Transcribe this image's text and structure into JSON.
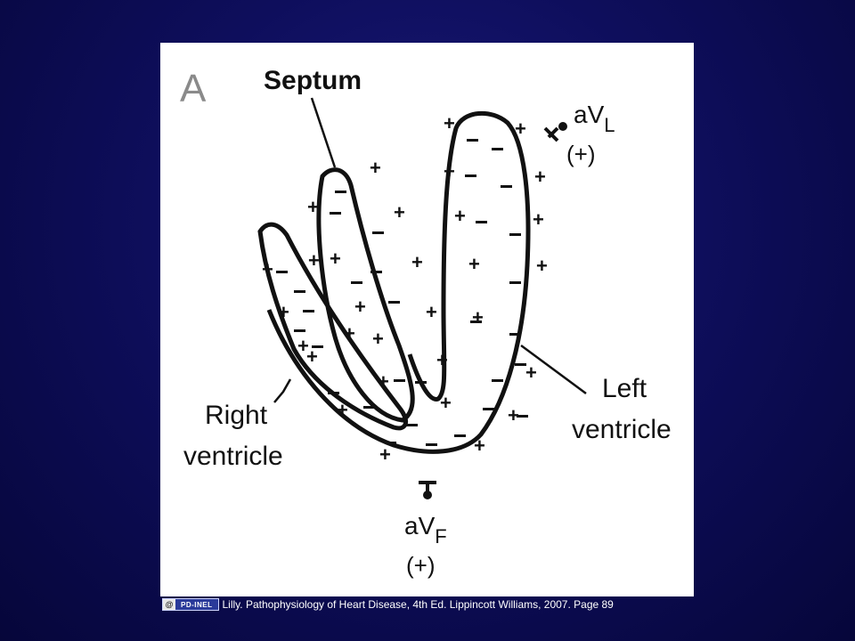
{
  "diagram": {
    "panel_letter": "A",
    "labels": {
      "septum": "Septum",
      "avl_lead": "aV",
      "avl_sub": "L",
      "avl_sign": "(+)",
      "avf_lead": "aV",
      "avf_sub": "F",
      "avf_sign": "(+)",
      "right_line1": "Right",
      "right_line2": "ventricle",
      "left_line1": "Left",
      "left_line2": "ventricle"
    },
    "colors": {
      "background": "#0e0e5c",
      "panel": "#ffffff",
      "ink": "#111111"
    }
  },
  "footer": {
    "license_badge": "PD-INEL",
    "license_symbol": "@",
    "citation": "Lilly. Pathophysiology of Heart Disease, 4th Ed. Lippincott Williams, 2007. Page 89"
  }
}
